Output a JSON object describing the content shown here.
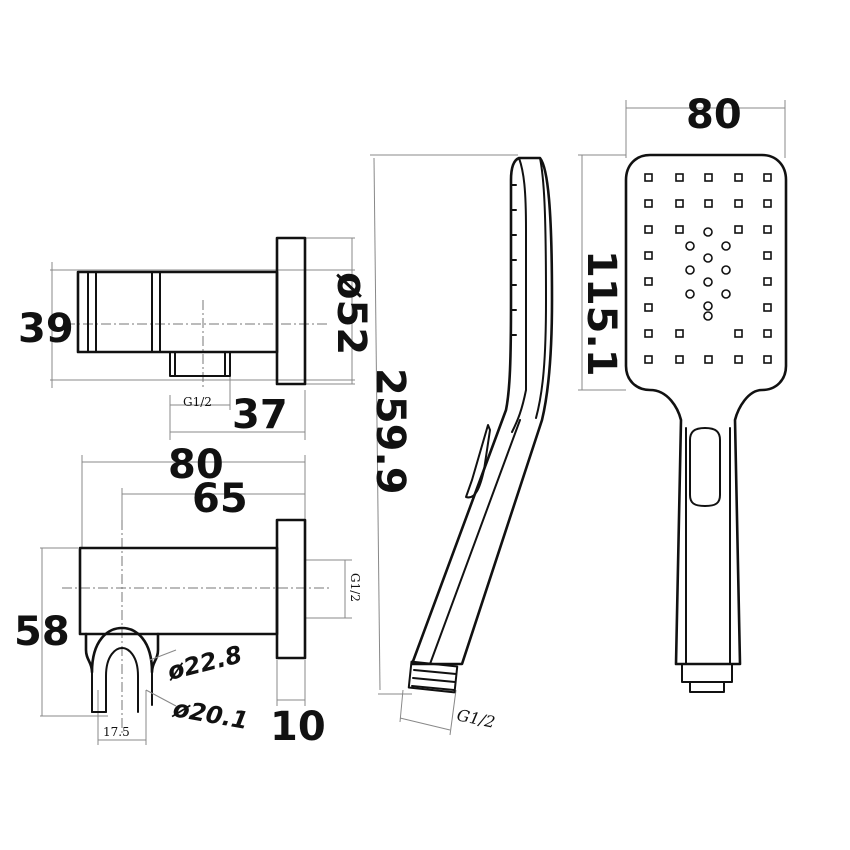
{
  "wall_outlet_top": {
    "height_label": "39",
    "plate_diameter_label": "ø52",
    "depth_label": "37",
    "thread_label": "G1/2"
  },
  "bracket_side": {
    "overall_length_label": "80",
    "center_length_label": "65",
    "height_label": "58",
    "thread_label": "G1/2",
    "outer_diameter_label": "ø22.8",
    "inner_diameter_label": "ø20.1",
    "opening_width_label": "17.5",
    "plate_thickness_label": "10"
  },
  "handset_side": {
    "length_label": "259.9",
    "thread_label": "G1/2"
  },
  "handset_front": {
    "width_label": "80",
    "head_height_label": "115.1"
  },
  "colors": {
    "line": "#111111",
    "dimension": "#888888"
  }
}
